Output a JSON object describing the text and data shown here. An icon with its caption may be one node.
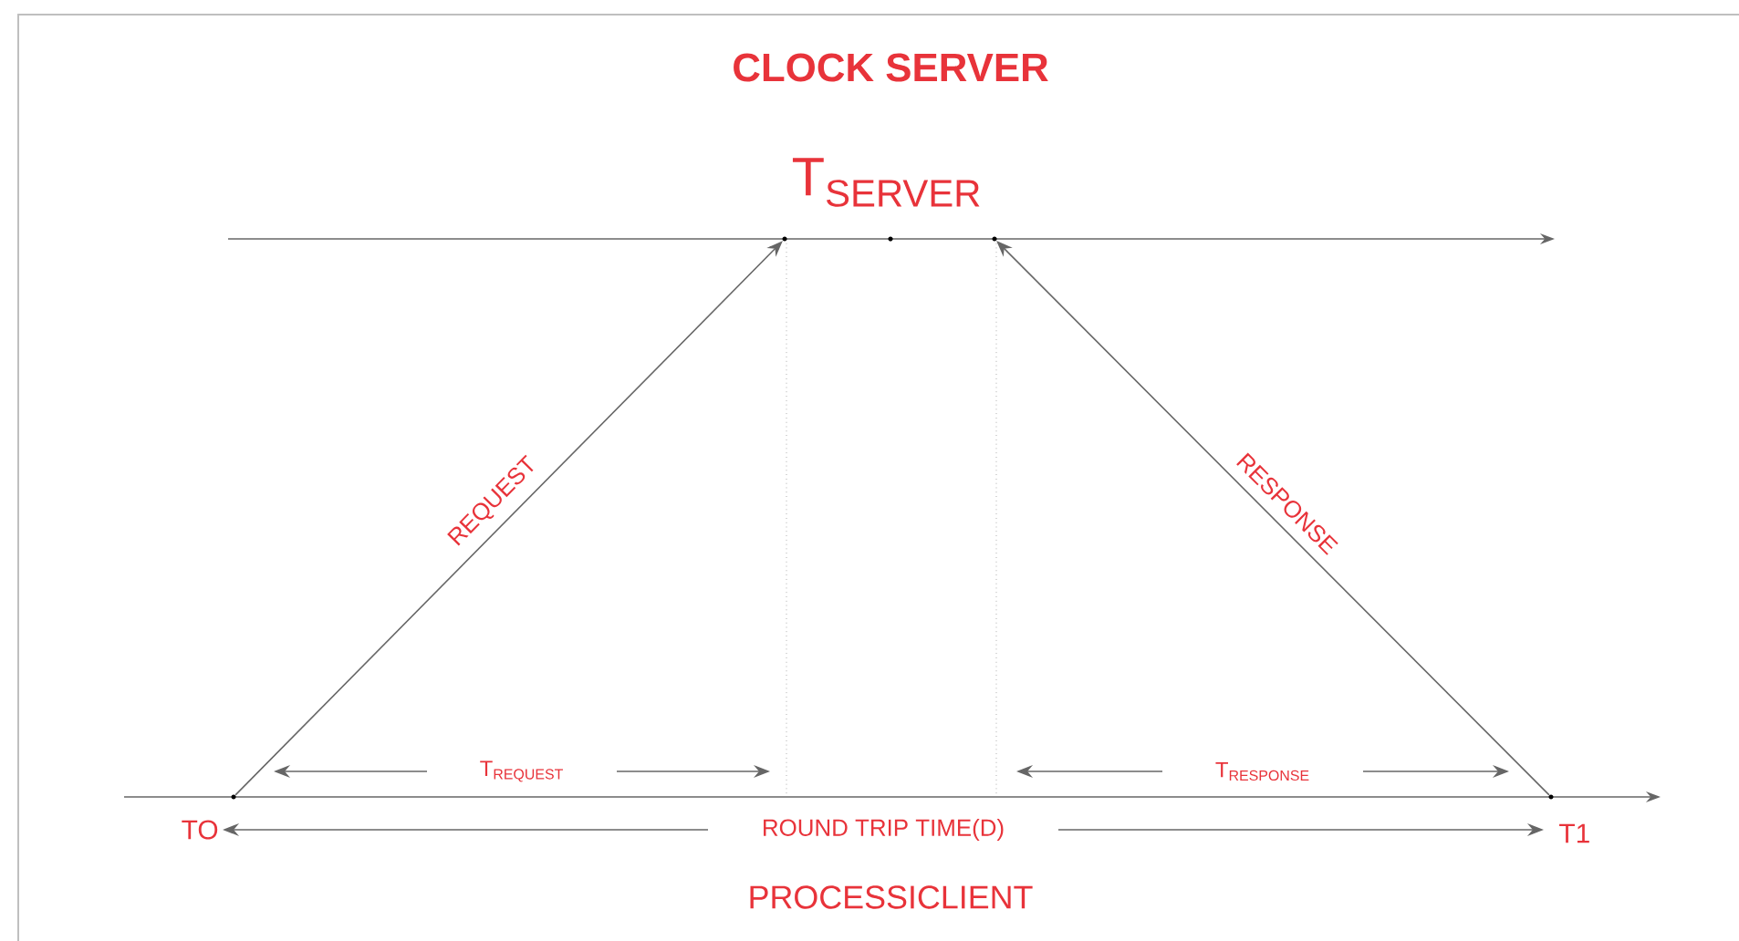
{
  "diagram": {
    "title": "CLOCK SERVER",
    "nodes": [
      {
        "text": [],
        "shape": "dot"
      },
      {
        "text": [],
        "shape": "dot"
      },
      {
        "text": [],
        "shape": "dot"
      },
      {
        "text": [],
        "shape": "dot"
      }
    ],
    "edges": [
      {
        "from": 0,
        "to": 1,
        "arrow": "to",
        "label": "REQUEST"
      },
      {
        "from": 3,
        "to": 2,
        "arrow": "to",
        "label": "RESPONSE"
      }
    ],
    "labels": [
      "T$_{SERVER}$",
      "T$_{REQUEST}$",
      "T$_{RESPONSE}$",
      "TO",
      "ROUND TRIP TIME(D)",
      "T1",
      "PROCESSICLIENT"
    ]
  }
}
